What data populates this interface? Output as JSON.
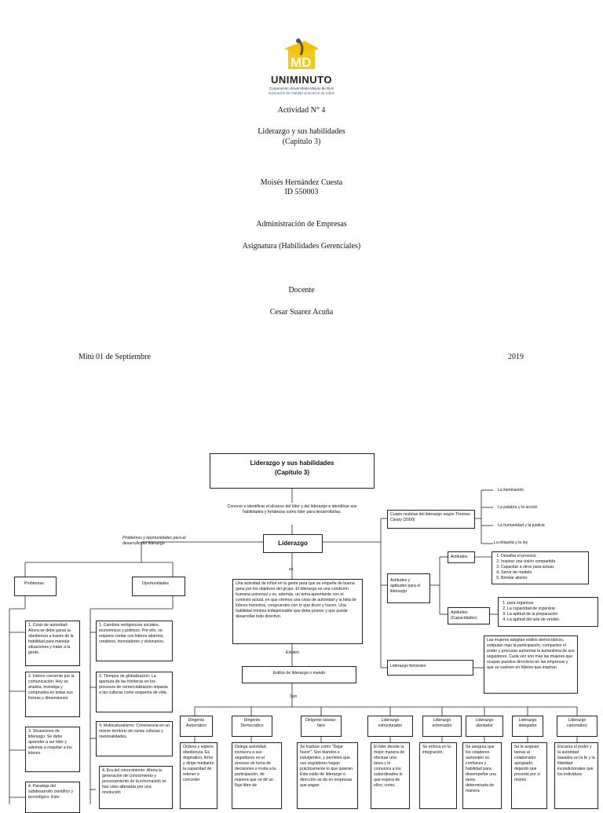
{
  "logo": {
    "monogram": "MD",
    "name": "UNIMINUTO",
    "line1": "Corporación Universitaria Minuto de Dios",
    "line2": "Educación de Calidad al alcance de todos"
  },
  "cover": {
    "activity": "Actividad N° 4",
    "topic": "Liderazgo y sus habilidades",
    "chapter": "(Capitulo 3)",
    "author": "Moisés Hernández Cuesta",
    "id": "ID 550003",
    "program": "Administración de Empresas",
    "subject": "Asignatura (Habilidades Gerenciales)",
    "teacher_label": "Docente",
    "teacher_name": "Cesar Suarez Acuña",
    "place_date": "Mitú 01 de Septiembre",
    "year": "2019"
  },
  "map": {
    "title_line1": "Liderazgo y sus habilidades",
    "title_line2": "(Capitulo 3)",
    "objective": "Conocer e identificar el alcance del líder y del liderazgo e identificar sus habilidades y fortalezas como líder para desarrollarlas.",
    "central": "Liderazgo",
    "left_caption": "Problemas y oportunidades para el desarrollo del liderazgo",
    "problems_label": "Problemas",
    "opportunities_label": "Oportunidades",
    "problems": [
      "1. Crisis de autoridad: Ahora se debe ganar la obediencia a través de la habilidad para manejar situaciones y tratar a la gente.",
      "2. Interes creciente por la comunicación: Hoy se analiza, investiga y comprueba en todas sus formas y dimensiones",
      "3. Situaciones de liderazgo: Se debe aprender a ser lider y ademas a respetar a los lideres.",
      "4. Paradoja del subdesarrollo científico y tecnológico: Esto"
    ],
    "opportunities": [
      "1. Cambios vertiginosos sociales, económicos y politicos: Por ello, se requiere contar con lideres abiertos, creativos, innovadores y visionarios.",
      "2. Tiempos de globalización: La apertura de las fronteras en los procesos de comercialización impacta a las culturas como esquema de vida.",
      "3. Multiculturalismo: Convivencia en un mismo territorio de varias culturas y nacionalidades.",
      "4. Era del conocimiento: Ahora la generación de conocimiento y procesamiento de la información se han visto alteradas por una revolución"
    ],
    "es_label": "es",
    "definition": "Una actividad de influir en la gente para que se empeñe de buena gana por los objetivos del grupo. El liderazgo es una condición humana universal y es, además, un tema apremiante con el contexto actual, en que vivimos una crisis de autoridad y la falta de líderes honestos, congruentes con lo que dicen y hacen. Una habilidad mínima indispensable que debe poseer y que puede desarrollar todo directivo.",
    "existen_label": "Existen",
    "styles_box": "Estilos de liderazgo o mando",
    "son_label": "Son",
    "cleary_box": "Cuatro muletas del liderazgo según Thomas Cleary (2000)",
    "cleary_items": [
      "La iluminación",
      "La palabra y la acción",
      "La humanidad y la justicia",
      "La etiqueta y la ley"
    ],
    "actitudes_box": "Actitudes y aptitudes para el liderazgo",
    "actitudes_label": "Actitudes",
    "actitudes_items": [
      "Desafiar el proceso",
      "Inspirar una visión compartida",
      "Capacitar a otros para actuar.",
      "Servir de modelo",
      "Brindar aliento"
    ],
    "aptitudes_label": "Aptitudes (Capacidades)",
    "aptitudes_items": [
      "para organizar",
      "La capacidad de organizar",
      "La aptitud de la preparación",
      "La aptitud del arte de vender."
    ],
    "femenino_box": "Liderazgo femenino",
    "femenino_text": "Las mujeres adoptan estilos democráticos, estipulan mas la participación, comparten el poder y procuran aumentar la autoestima de sus seguidores. Cada vez son más las mujeres que ocupan puestos directivos en las empresas y que se vuelven en líderes que inspiran",
    "styles": [
      {
        "name": "Dirigente Autocrático",
        "desc": "Ordena y espera obediencia. Es dogmatico, firme y dirige mediante la capacidad de retener o conceder"
      },
      {
        "name": "Dirigente Democrático",
        "desc": "Delega autoridad, involucra a sus seguidores en el proceso de toma de decisiones e invita a la participación, de manera que se dé un flujo libre de"
      },
      {
        "name": "Dirigente laissez-faire",
        "desc": "Se traduce como \"Dejar hacer\". Son blandos e indulgentes, y permiten que sus seguidores hagan prácticamente lo que quieran. Este estilo de liderazgo o dirección se da en empresas que pagan"
      },
      {
        "name": "Liderazgo estructurador",
        "desc": "El líder decide la mejor manera de efectuar una tarea y le comunica a los subordinados lo que espera de ellos; como,"
      },
      {
        "name": "Liderazgo entrenador",
        "desc": "Se enfoca en la integración."
      },
      {
        "name": "Liderazgo alentador",
        "desc": "Se asegura que los colabores aumenten su confianza y habilidad para desempeñar una tarea determinada de manera"
      },
      {
        "name": "Liderazgo delegador",
        "desc": "Se le asignan tareas al colaborador apropiado, dejando que proceda por sí mismo."
      },
      {
        "name": "Liderazgo carismático",
        "desc": "Encarna el poder y la autoridad basados en la fe y la fidelidad incondicionales que los individuos"
      }
    ]
  }
}
